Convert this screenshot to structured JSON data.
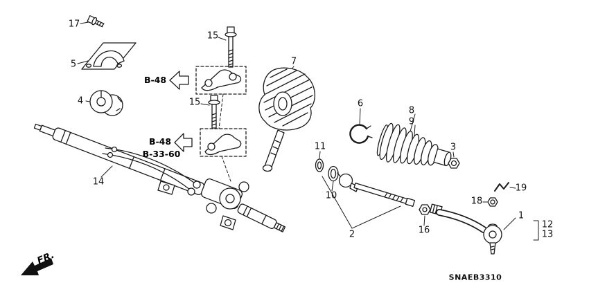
{
  "diagram": {
    "code": "SNAEB3310",
    "direction_label": "FR."
  },
  "callouts": {
    "c1": "1",
    "c2": "2",
    "c3": "3",
    "c4": "4",
    "c5": "5",
    "c6": "6",
    "c7": "7",
    "c8": "8",
    "c9": "9",
    "c10": "10",
    "c11": "11",
    "c12": "12",
    "c13": "13",
    "c14": "14",
    "c15a": "15",
    "c15b": "15",
    "c16": "16",
    "c17": "17",
    "c18": "18",
    "c19": "19"
  },
  "references": {
    "b48_upper": "B-48",
    "b48_lower": "B-48",
    "b3360": "B-33-60"
  }
}
